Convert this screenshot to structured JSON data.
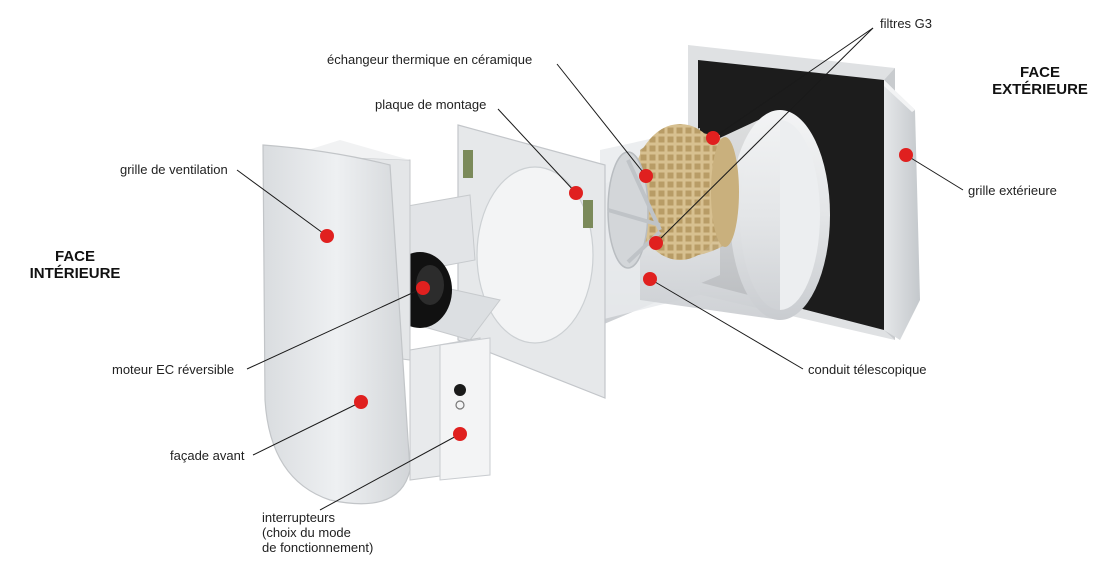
{
  "headings": {
    "interior": {
      "line1": "FACE",
      "line2": "INTÉRIEURE"
    },
    "exterior": {
      "line1": "FACE",
      "line2": "EXTÉRIEURE"
    }
  },
  "labels": {
    "filters": "filtres G3",
    "exchanger": "échangeur thermique en céramique",
    "mounting_plate": "plaque de montage",
    "ventilation_grille": "grille de ventilation",
    "outer_grille": "grille extérieure",
    "motor": "moteur EC réversible",
    "duct": "conduit télescopique",
    "front_panel": "façade avant",
    "switches": {
      "line1": "interrupteurs",
      "line2": "(choix du mode",
      "line3": "de fonctionnement)"
    }
  },
  "colors": {
    "marker": "#e0201f",
    "leader": "#1a1a1a",
    "body_light": "#e6e8ea",
    "body_mid": "#cfd2d5",
    "panel_dark": "#1c1c1c",
    "ceramic": "#d8c39a"
  }
}
